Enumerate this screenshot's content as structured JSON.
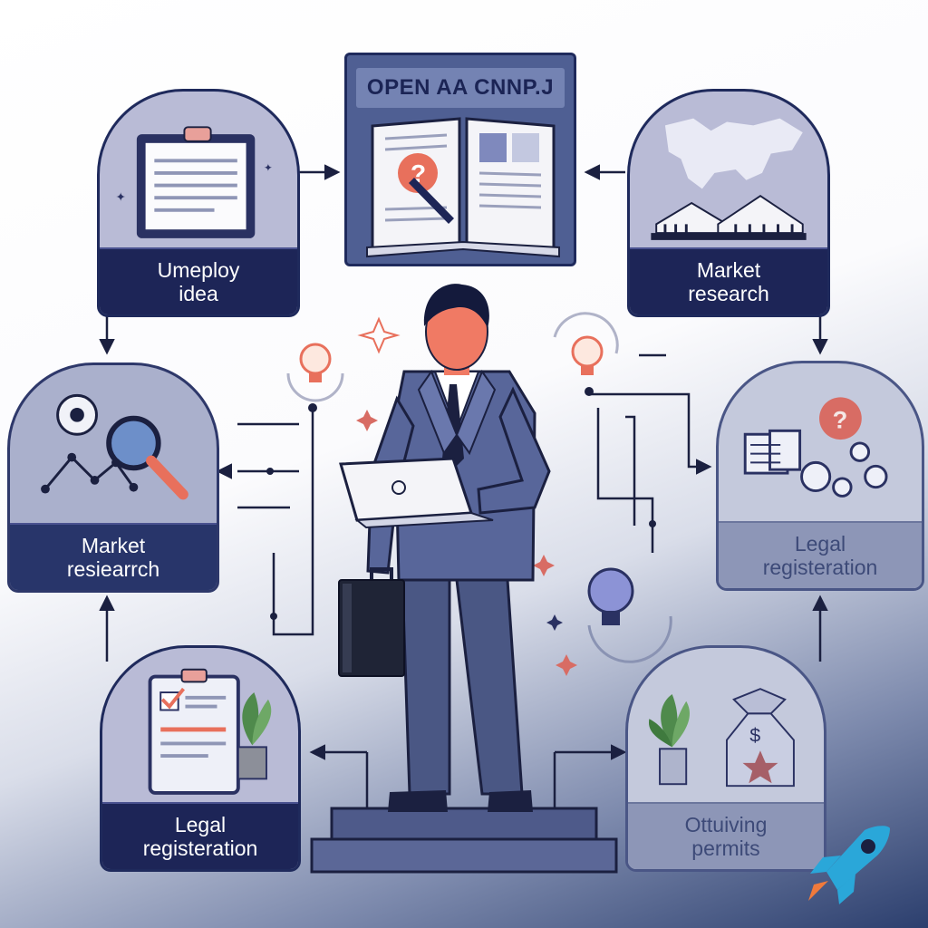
{
  "top_panel": {
    "title": "OPEN AA CNNP.J"
  },
  "cards": {
    "top_left": {
      "label": "Umeploy\nidea"
    },
    "top_right": {
      "label": "Market\nresearch"
    },
    "mid_left": {
      "label": "Market\nresiearrch"
    },
    "mid_right": {
      "label": "Legal\nregisteration"
    },
    "bottom_left": {
      "label": "Legal\nregisteration"
    },
    "bottom_right": {
      "label": "Ottuiving\npermits"
    }
  },
  "icons": [
    "open-book-icon",
    "question-mark-icon",
    "pen-icon",
    "clipboard-icon",
    "world-map-icon",
    "building-icon",
    "gear-icon",
    "magnifier-icon",
    "lightbulb-icon",
    "laptop-icon",
    "briefcase-icon",
    "plant-icon",
    "money-bag-icon",
    "star-icon",
    "rocket-icon",
    "checkbox-icon"
  ],
  "colors": {
    "navy": "#1d2557",
    "panel": "#b9bbd6",
    "accent_coral": "#e8705c",
    "suit": "#4d5a86"
  }
}
